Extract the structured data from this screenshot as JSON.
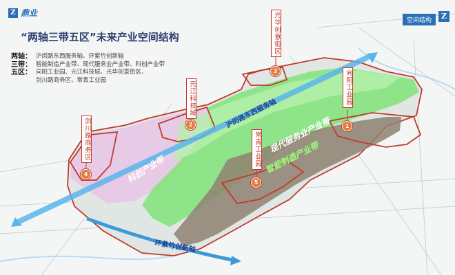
{
  "logo": {
    "text": "鼎业",
    "mark": "Z"
  },
  "badge": {
    "label": "空间结构",
    "mark": "Z"
  },
  "title": "“两轴三带五区”未来产业空间结构",
  "legend": {
    "axes": {
      "key": "两轴：",
      "value": "沪闵路东西服务轴、环紫竹创新轴"
    },
    "belts": {
      "key": "三带：",
      "value": "智能制造产业带、现代服务业产业带、科创产业带"
    },
    "zones": {
      "key": "五区：",
      "value": "向阳工业园、元江科技城、光华创意街区、",
      "value2": "剑川路商务区、常青工业园"
    }
  },
  "zones": [
    {
      "id": "1",
      "label": "向阳工业园"
    },
    {
      "id": "2",
      "label": "元江科技城"
    },
    {
      "id": "3",
      "label": "光华创意街区"
    },
    {
      "id": "4",
      "label": "剑川路商务区"
    },
    {
      "id": "5",
      "label": "常青工业园"
    }
  ],
  "axes": {
    "east_west": "沪闵路东西服务轴",
    "ring": "环紫竹创新轴"
  },
  "belts": {
    "smart": "智能制造产业带",
    "service": "现代服务业产业带",
    "science": "科创产业带"
  },
  "colors": {
    "accent": "#2a6fb8",
    "zone_border": "#c0392b",
    "marker": "#e07b39",
    "green_belt": "#7fe07a",
    "pink_belt": "#e8c6e6",
    "axis_blue": "#5ab6ec"
  }
}
